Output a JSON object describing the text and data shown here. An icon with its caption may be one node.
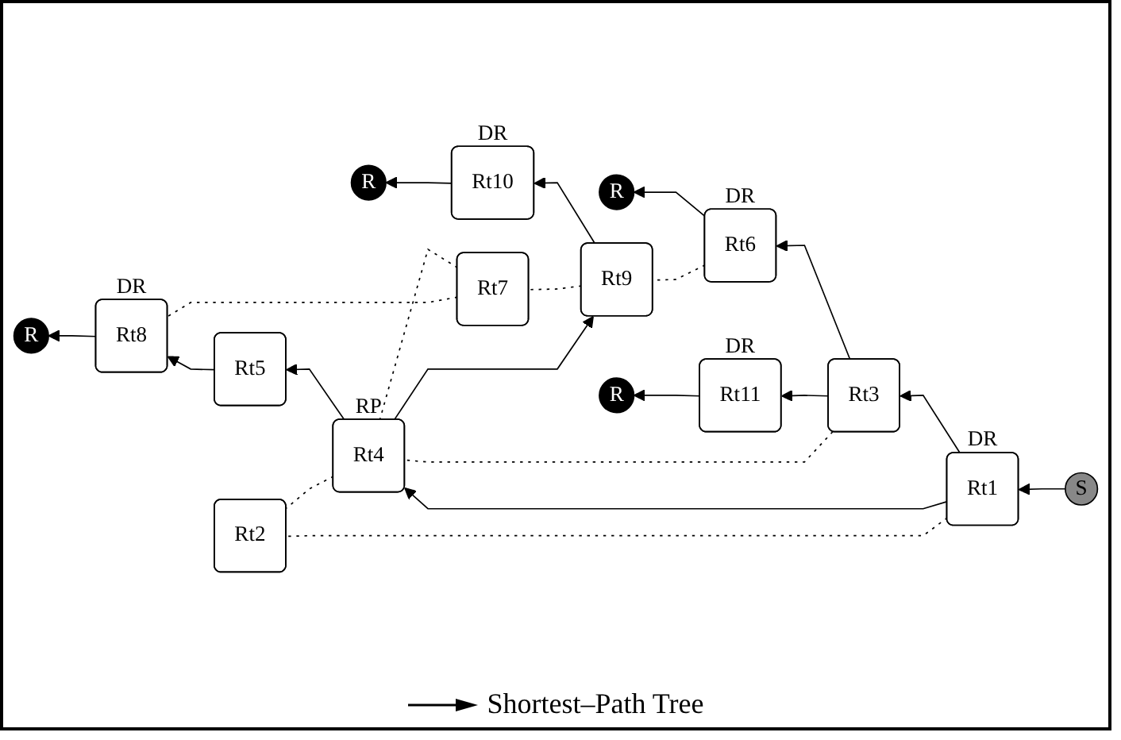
{
  "diagram": {
    "nodes": [
      {
        "text": [
          "Rt6"
        ],
        "beside": [
          "DR"
        ]
      },
      {
        "text": [
          "Rt11"
        ],
        "beside": [
          "DR"
        ]
      },
      {
        "text": [
          "R"
        ]
      },
      {
        "text": [
          "R"
        ]
      },
      {
        "text": [
          "Rt3"
        ]
      },
      {
        "text": [
          "Rt9"
        ]
      },
      {
        "text": [
          "Rt10"
        ],
        "beside": [
          "DR"
        ]
      },
      {
        "text": [
          "Rt1"
        ],
        "beside": [
          "DR"
        ]
      },
      {
        "text": [
          "S"
        ]
      },
      {
        "text": [
          "Rt4"
        ],
        "beside": [
          "RP"
        ]
      },
      {
        "text": [
          "Rt7"
        ]
      },
      {
        "text": [
          "R"
        ]
      },
      {
        "text": [
          "Rt5"
        ]
      },
      {
        "text": [
          "Rt2"
        ]
      },
      {
        "text": [
          "Rt8"
        ],
        "beside": [
          "DR"
        ]
      },
      {
        "text": [
          "R"
        ]
      }
    ],
    "edges": [
      {
        "from": 8,
        "to": 7,
        "arrow": "to"
      },
      {
        "from": 7,
        "to": 4,
        "arrow": "to"
      },
      {
        "from": 7,
        "to": 9,
        "arrow": "to"
      },
      {
        "from": 4,
        "to": 0,
        "arrow": "to"
      },
      {
        "from": 4,
        "to": 1,
        "arrow": "to"
      },
      {
        "from": 1,
        "to": 3,
        "arrow": "to"
      },
      {
        "from": 0,
        "to": 2,
        "arrow": "to"
      },
      {
        "from": 9,
        "to": 5,
        "arrow": "to"
      },
      {
        "from": 5,
        "to": 6,
        "arrow": "to"
      },
      {
        "from": 6,
        "to": 11,
        "arrow": "to"
      },
      {
        "from": 9,
        "to": 12,
        "arrow": "to"
      },
      {
        "from": 12,
        "to": 14,
        "arrow": "to"
      },
      {
        "from": 14,
        "to": 15,
        "arrow": "to"
      },
      {
        "from": 0,
        "to": 5,
        "arrow": "none",
        "style": "dashed"
      },
      {
        "from": 4,
        "to": 9,
        "arrow": "none",
        "style": "dashed"
      },
      {
        "from": 5,
        "to": 10,
        "arrow": "none",
        "style": "dashed"
      },
      {
        "from": 10,
        "to": 9,
        "arrow": "none",
        "style": "dashed"
      },
      {
        "from": 10,
        "to": 14,
        "arrow": "none",
        "style": "dashed"
      },
      {
        "from": 9,
        "to": 13,
        "arrow": "none",
        "style": "dashed"
      },
      {
        "from": 7,
        "to": 13,
        "arrow": "none",
        "style": "dashed"
      }
    ],
    "legend": [
      {
        "text": "Shortest–Path Tree"
      }
    ]
  }
}
